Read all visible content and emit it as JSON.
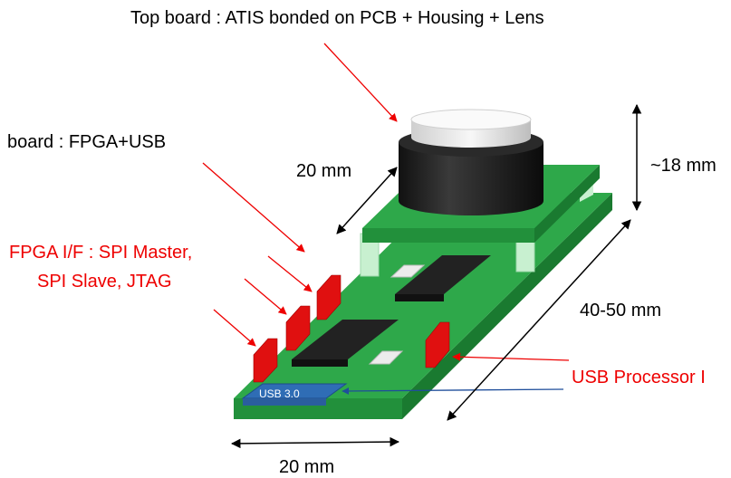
{
  "labels": {
    "top_board": "Top board : ATIS bonded on PCB + Housing + Lens",
    "bottom_board": "board : FPGA+USB",
    "fpga_if_line1": "FPGA I/F : SPI Master,",
    "fpga_if_line2": "SPI Slave,  JTAG",
    "usb_processor": "USB Processor I",
    "usb_port": "USB 3.0"
  },
  "dimensions": {
    "lens_width": "20 mm",
    "height": "~18 mm",
    "length": "40-50 mm",
    "width": "20 mm"
  },
  "colors": {
    "pcb_green": "#2ea84a",
    "pcb_edge": "#1a7a30",
    "annotation_red": "#ee0000",
    "connector_red": "#e01010",
    "chip_black": "#222222",
    "usb_blue": "#2f6db5"
  }
}
